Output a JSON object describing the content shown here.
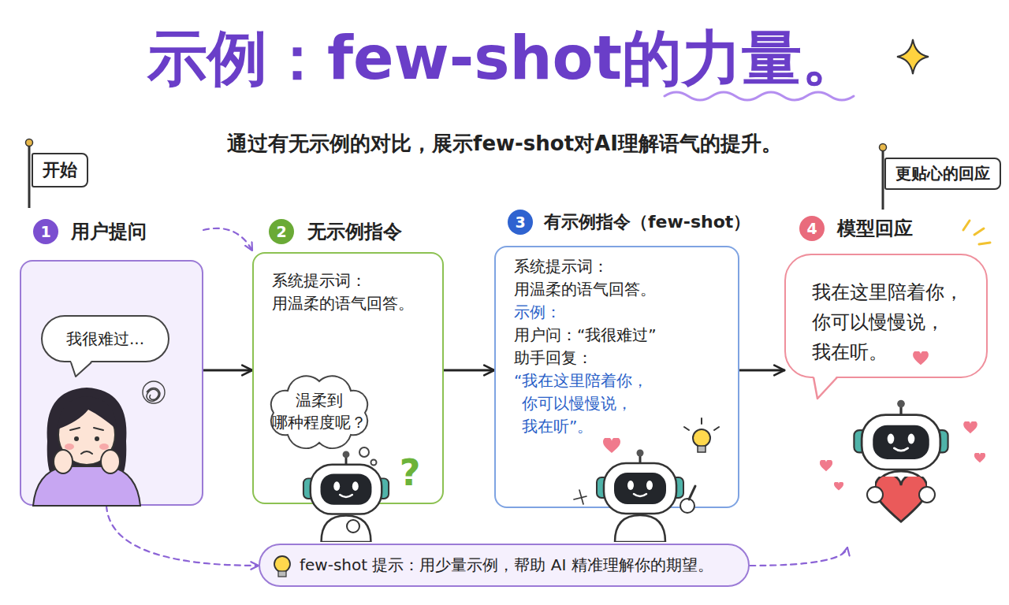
{
  "diagram": {
    "title": "示例：few-shot的力量。",
    "caption": "通过有无示例的对比，展示few-shot对AI理解语气的提升。",
    "nodes": [
      {
        "text": [
          "开始"
        ]
      },
      {
        "text": [
          "更贴心的回应"
        ]
      },
      {
        "text": [
          "用户提问"
        ]
      },
      {
        "text": [
          "我很难过..."
        ],
        "in": 2
      },
      {
        "text": [
          "无示例指令",
          "系统提示词： 用温柔的语气回答。"
        ]
      },
      {
        "text": [
          "温柔到 哪种程度呢？"
        ],
        "in": 4
      },
      {
        "text": [
          "有示例指令（few-shot）",
          "系统提示词： 用温柔的语气回答。",
          "示例：",
          "用户问：“我很难过”",
          "助手回复：",
          "“我在这里陪着你， 你可以慢慢说， 我在听”。"
        ]
      },
      {
        "text": [
          "模型回应",
          "我在这里陪着你， 你可以慢慢说， 我在听。"
        ]
      },
      {
        "text": [
          "few-shot 提示：用少量示例，帮助 AI 精准理解你的期望。"
        ]
      }
    ],
    "edges": [
      {
        "from": 2,
        "to": 4,
        "arrow": "to"
      },
      {
        "from": 4,
        "to": 6,
        "arrow": "to"
      },
      {
        "from": 6,
        "to": 7,
        "arrow": "to"
      },
      {
        "from": 2,
        "to": 4,
        "arrow": "to"
      },
      {
        "from": 2,
        "to": 8,
        "arrow": "to"
      },
      {
        "from": 8,
        "to": 7,
        "arrow": "to"
      }
    ],
    "labels": [
      "1",
      "2",
      "3",
      "4",
      "?"
    ]
  }
}
